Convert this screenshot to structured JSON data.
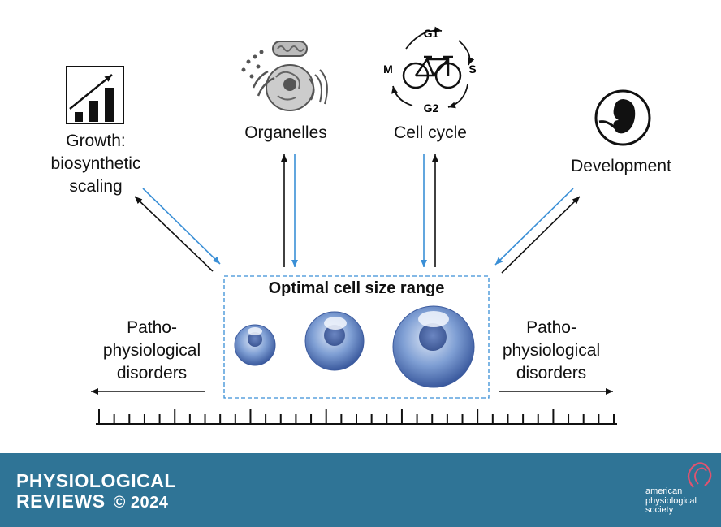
{
  "labels": {
    "growth": [
      "Growth:",
      "biosynthetic",
      "scaling"
    ],
    "organelles": "Organelles",
    "cell_cycle": "Cell cycle",
    "development": "Development",
    "optimal_range": "Optimal cell size range",
    "patho_left": [
      "Patho-",
      "physiological",
      "disorders"
    ],
    "patho_right": [
      "Patho-",
      "physiological",
      "disorders"
    ]
  },
  "cycle_phases": {
    "top": "G1",
    "right": "S",
    "bottom": "G2",
    "left": "M"
  },
  "footer": {
    "journal_line1": "PHYSIOLOGICAL",
    "journal_line2": "REVIEWS",
    "copyright": "© 2024",
    "society": [
      "american",
      "physiological",
      "society"
    ]
  },
  "colors": {
    "blue_arrow": "#3a8fd6",
    "black_arrow": "#111111",
    "footer_bg": "#2f7496",
    "cell_fill": "#6f93cf"
  },
  "icons": [
    "growth-chart-icon",
    "organelles-icon",
    "bicycle-icon",
    "embryo-icon",
    "society-logo-icon"
  ]
}
